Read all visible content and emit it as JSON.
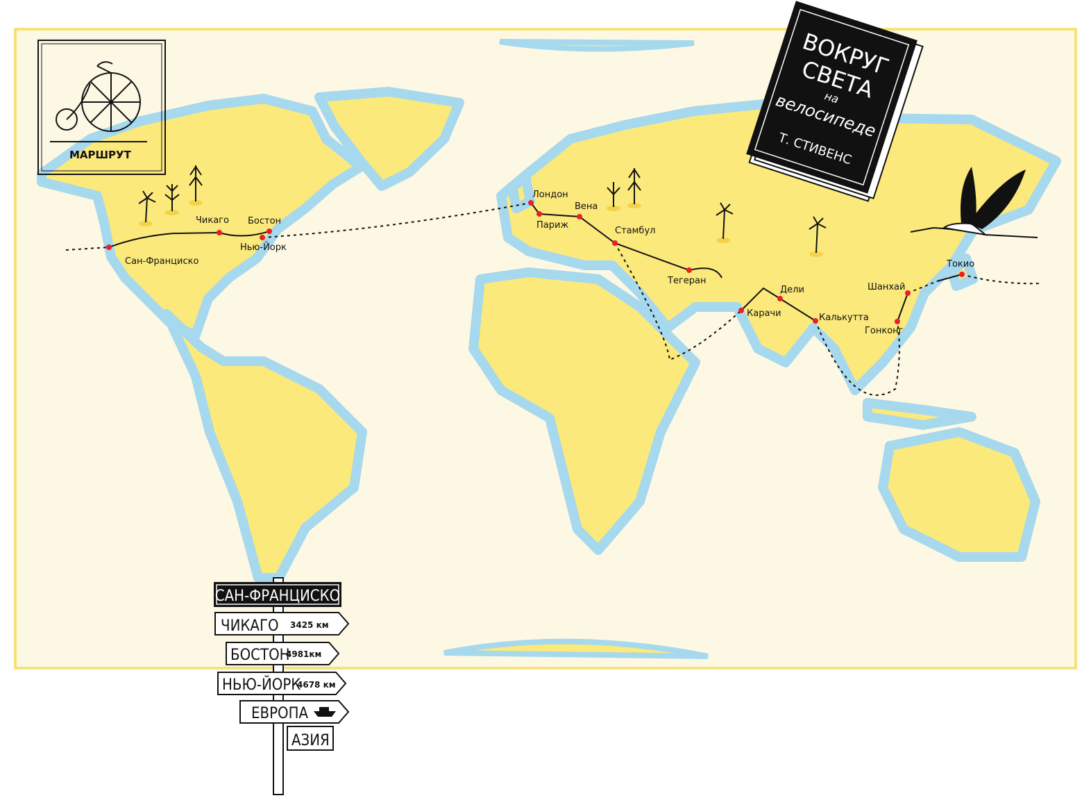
{
  "legend": {
    "title": "МАРШРУТ",
    "icon": "penny-farthing-bicycle-icon"
  },
  "book": {
    "title_line1": "ВОКРУГ",
    "title_line2": "СВЕТА",
    "title_line3": "на",
    "title_line4": "велосипеде",
    "author": "Т. СТИВЕНС"
  },
  "cities": [
    {
      "name": "Сан-Франциско"
    },
    {
      "name": "Чикаго"
    },
    {
      "name": "Бостон"
    },
    {
      "name": "Нью-Йорк"
    },
    {
      "name": "Лондон"
    },
    {
      "name": "Париж"
    },
    {
      "name": "Вена"
    },
    {
      "name": "Стамбул"
    },
    {
      "name": "Тегеран"
    },
    {
      "name": "Карачи"
    },
    {
      "name": "Дели"
    },
    {
      "name": "Калькутта"
    },
    {
      "name": "Гонконг"
    },
    {
      "name": "Шанхай"
    },
    {
      "name": "Токио"
    }
  ],
  "signpost": {
    "top": "САН-ФРАНЦИСКО",
    "signs": [
      {
        "label": "ЧИКАГО",
        "distance": "3425 км"
      },
      {
        "label": "БОСТОН",
        "distance": "4981км"
      },
      {
        "label": "НЬЮ-ЙОРК",
        "distance": "4678 км"
      },
      {
        "label": "ЕВРОПА",
        "icon": "ship-icon"
      },
      {
        "label": "АЗИЯ"
      }
    ]
  },
  "colors": {
    "land": "#fbe97c",
    "coast": "#a6d8ee",
    "paper": "#fdf8e4",
    "route_dot": "#e8202a"
  }
}
